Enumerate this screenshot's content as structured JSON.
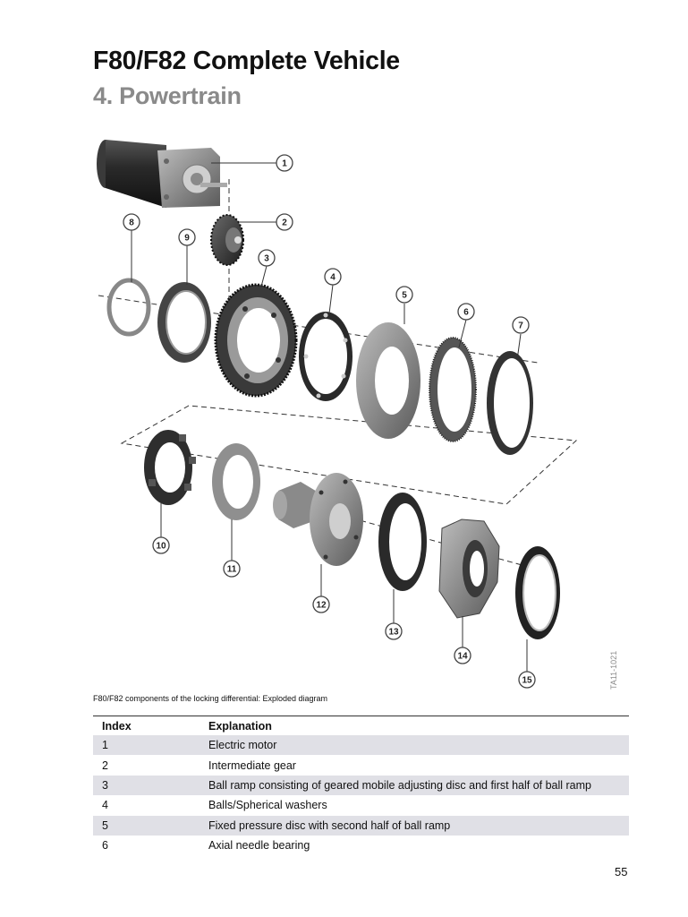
{
  "header": {
    "title": "F80/F82 Complete Vehicle",
    "subtitle": "4. Powertrain"
  },
  "figure": {
    "code": "TA11-1021",
    "callouts": [
      "1",
      "2",
      "3",
      "4",
      "5",
      "6",
      "7",
      "8",
      "9",
      "10",
      "11",
      "12",
      "13",
      "14",
      "15"
    ],
    "caption": "F80/F82 components of the locking differential: Exploded diagram"
  },
  "table": {
    "headers": {
      "index": "Index",
      "explanation": "Explanation"
    },
    "rows": [
      {
        "index": "1",
        "explanation": "Electric motor"
      },
      {
        "index": "2",
        "explanation": "Intermediate gear"
      },
      {
        "index": "3",
        "explanation": "Ball ramp consisting of geared mobile adjusting disc and first half of ball ramp"
      },
      {
        "index": "4",
        "explanation": "Balls/Spherical washers"
      },
      {
        "index": "5",
        "explanation": "Fixed pressure disc with second half of ball ramp"
      },
      {
        "index": "6",
        "explanation": "Axial needle bearing"
      }
    ]
  },
  "footer": {
    "page_number": "55"
  }
}
